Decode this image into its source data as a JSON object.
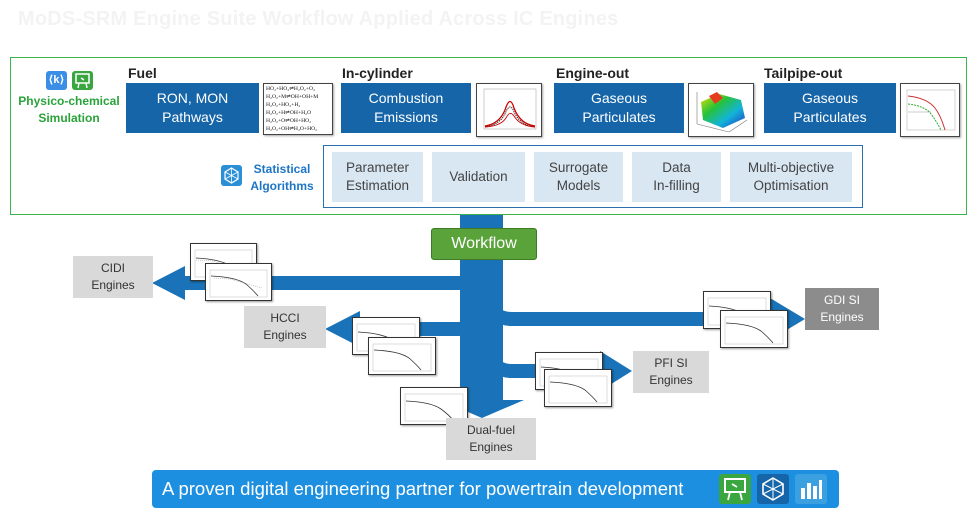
{
  "title": "MoDS-SRM Engine Suite Workflow Applied Across IC Engines",
  "physico": {
    "line1": "Physico-chemical",
    "line2": "Simulation",
    "k_label": "⟨k⟩"
  },
  "columns": [
    {
      "heading": "Fuel",
      "box_lines": [
        "RON, MON",
        "Pathways"
      ],
      "reactions": [
        "HO₂+HO₂⇌H₂O₂+O₂",
        "H₂O₂+M⇌OH+OH+M",
        "H₂O₂+HO₂+H₂",
        "H₂O₂+H⇌OH+H₂O",
        "H₂O₂+O⇌OH+HO₂",
        "H₂O₂+OH⇌H₂O+HO₂"
      ]
    },
    {
      "heading": "In-cylinder",
      "box_lines": [
        "Combustion",
        "Emissions"
      ]
    },
    {
      "heading": "Engine-out",
      "box_lines": [
        "Gaseous",
        "Particulates"
      ]
    },
    {
      "heading": "Tailpipe-out",
      "box_lines": [
        "Gaseous",
        "Particulates"
      ]
    }
  ],
  "statistical": {
    "line1": "Statistical",
    "line2": "Algorithms"
  },
  "algorithms": [
    {
      "lines": [
        "Parameter",
        "Estimation"
      ]
    },
    {
      "lines": [
        "Validation"
      ]
    },
    {
      "lines": [
        "Surrogate",
        "Models"
      ]
    },
    {
      "lines": [
        "Data",
        "In-filling"
      ]
    },
    {
      "lines": [
        "Multi-objective",
        "Optimisation"
      ]
    }
  ],
  "workflow_label": "Workflow",
  "engines": {
    "cidi": [
      "CIDI",
      "Engines"
    ],
    "hcci": [
      "HCCI",
      "Engines"
    ],
    "dual": [
      "Dual-fuel",
      "Engines"
    ],
    "pfi": [
      "PFI SI",
      "Engines"
    ],
    "gdi": [
      "GDI SI",
      "Engines"
    ]
  },
  "banner_text": "A proven digital engineering partner for powertrain development",
  "colors": {
    "frame_green": "#3db34a",
    "box_blue": "#1565a8",
    "arrow_blue": "#1a73b8",
    "workflow_green": "#5aa23a",
    "banner_blue": "#1d8fe0",
    "light_box": "#d9e7f2"
  },
  "icons": [
    "kinetics-icon",
    "physico-model-icon",
    "statistics-icon",
    "chart-icon"
  ]
}
